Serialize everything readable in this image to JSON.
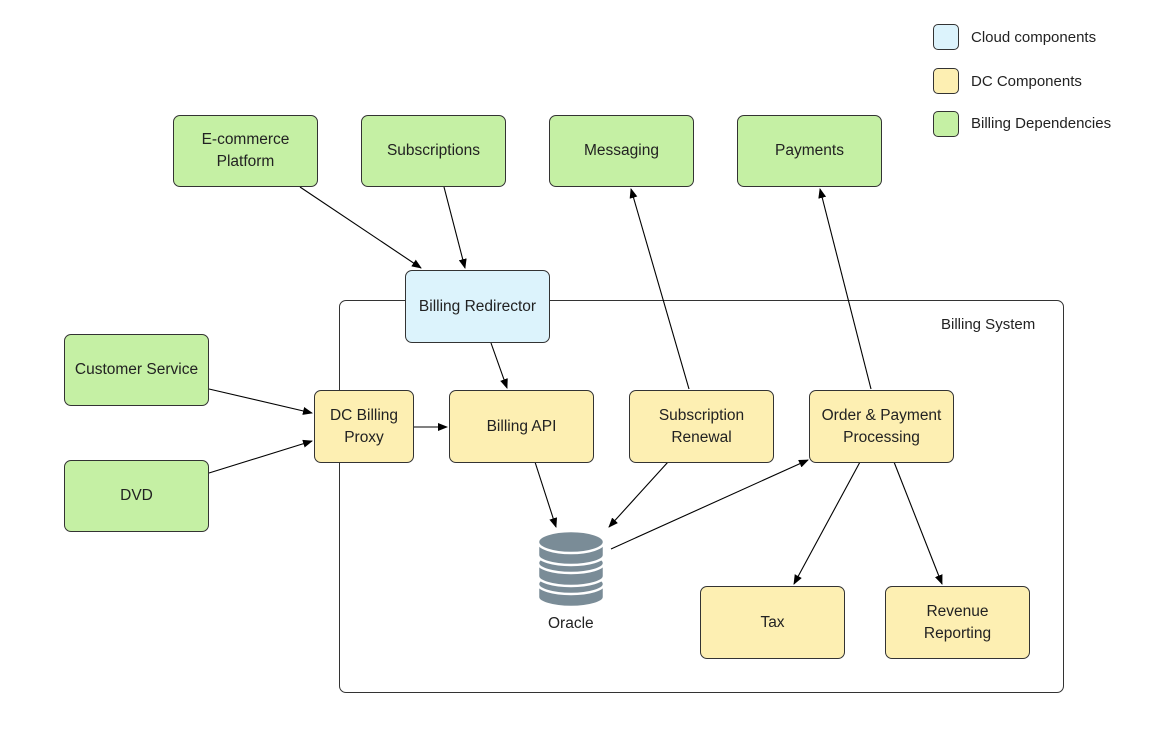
{
  "colors": {
    "cloud": "#dcf3fc",
    "dc": "#fdefb2",
    "dependency": "#c5f0a4",
    "database": "#7a8c97",
    "stroke": "#333333"
  },
  "legend": [
    {
      "label": "Cloud components",
      "color": "#dcf3fc"
    },
    {
      "label": "DC Components",
      "color": "#fdefb2"
    },
    {
      "label": "Billing Dependencies",
      "color": "#c5f0a4"
    }
  ],
  "group": {
    "label": "Billing System"
  },
  "nodes": {
    "ecommerce": "E-commerce\nPlatform",
    "subscriptions": "Subscriptions",
    "messaging": "Messaging",
    "payments": "Payments",
    "billing_redirector": "Billing Redirector",
    "customer_service": "Customer Service",
    "dvd": "DVD",
    "dc_billing_proxy": "DC Billing\nProxy",
    "billing_api": "Billing API",
    "subscription_renewal": "Subscription\nRenewal",
    "order_payment": "Order & Payment\nProcessing",
    "tax": "Tax",
    "revenue_reporting": "Revenue\nReporting"
  },
  "database": {
    "label": "Oracle",
    "icon": "database-icon"
  },
  "edges": [
    {
      "from": "E-commerce Platform",
      "to": "Billing Redirector"
    },
    {
      "from": "Subscriptions",
      "to": "Billing Redirector"
    },
    {
      "from": "Billing Redirector",
      "to": "Billing API"
    },
    {
      "from": "Customer Service",
      "to": "DC Billing Proxy"
    },
    {
      "from": "DVD",
      "to": "DC Billing Proxy"
    },
    {
      "from": "DC Billing Proxy",
      "to": "Billing API"
    },
    {
      "from": "Billing API",
      "to": "Oracle"
    },
    {
      "from": "Subscription Renewal",
      "to": "Oracle"
    },
    {
      "from": "Subscription Renewal",
      "to": "Messaging"
    },
    {
      "from": "Oracle",
      "to": "Order & Payment Processing"
    },
    {
      "from": "Order & Payment Processing",
      "to": "Payments"
    },
    {
      "from": "Order & Payment Processing",
      "to": "Tax"
    },
    {
      "from": "Order & Payment Processing",
      "to": "Revenue Reporting"
    }
  ]
}
